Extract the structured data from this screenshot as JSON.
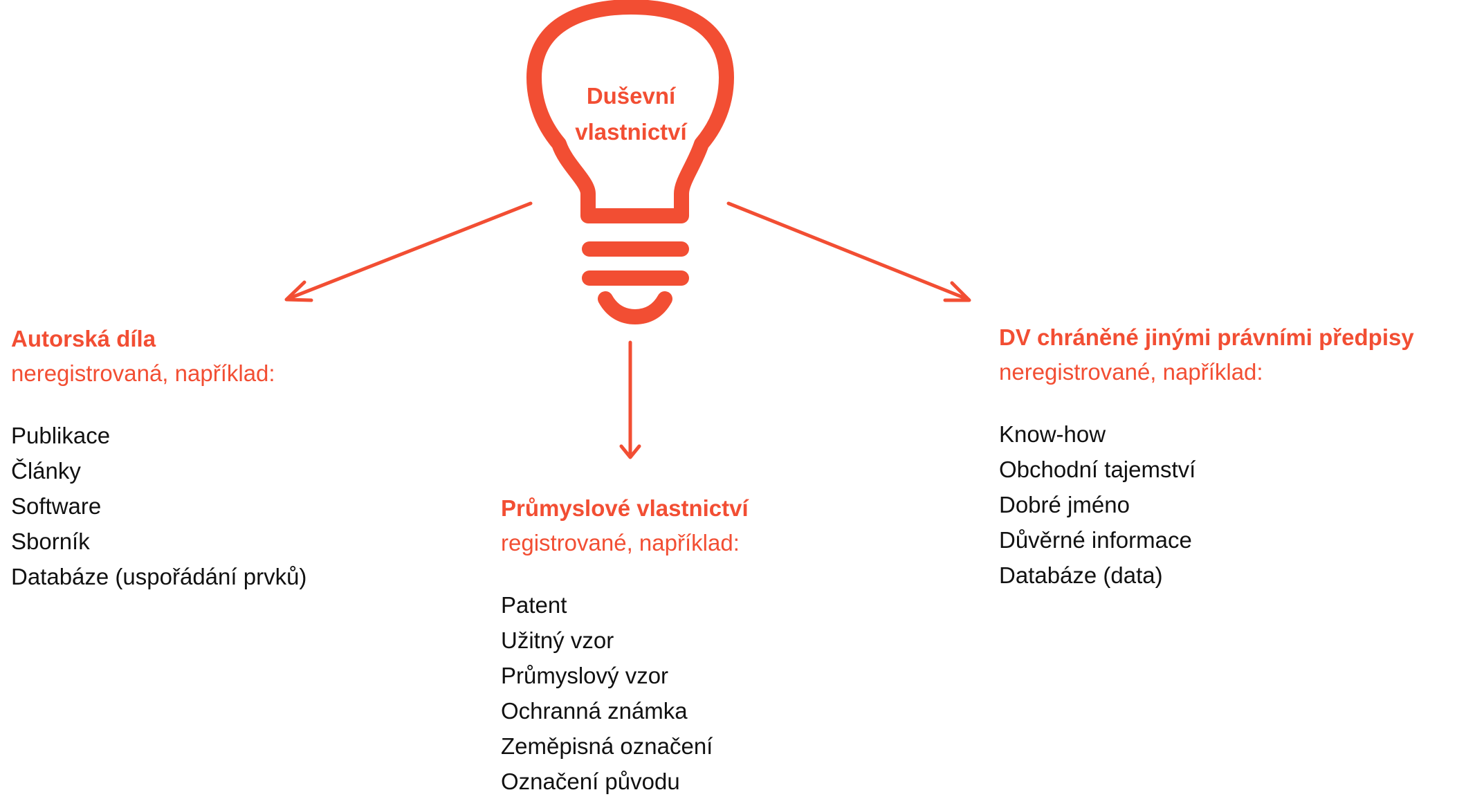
{
  "colors": {
    "accent": "#f24e33",
    "text": "#111111"
  },
  "bulb": {
    "icon": "lightbulb-icon",
    "label_line1": "Duševní",
    "label_line2": "vlastnictví"
  },
  "columns": {
    "left": {
      "title": "Autorská díla",
      "subtitle": "neregistrovaná, například:",
      "items": [
        "Publikace",
        "Články",
        "Software",
        "Sborník",
        "Databáze (uspořádání prvků)"
      ]
    },
    "middle": {
      "title": "Průmyslové vlastnictví",
      "subtitle": "registrované, například:",
      "items": [
        "Patent",
        "Užitný vzor",
        "Průmyslový vzor",
        "Ochranná známka",
        "Zeměpisná označení",
        "Označení původu"
      ]
    },
    "right": {
      "title": "DV chráněné jinými právními předpisy",
      "subtitle": "neregistrované, například:",
      "items": [
        "Know-how",
        "Obchodní tajemství",
        "Dobré jméno",
        "Důvěrné informace",
        "Databáze (data)"
      ]
    }
  }
}
